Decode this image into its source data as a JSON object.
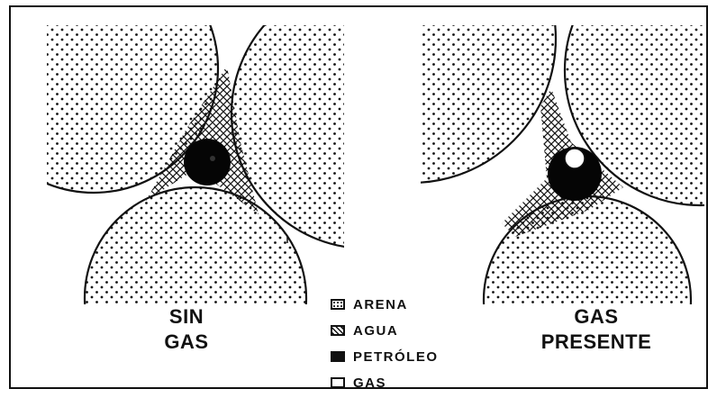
{
  "diagram": {
    "left_panel": {
      "line1": "SIN",
      "line2": "GAS"
    },
    "right_panel": {
      "line1": "GAS",
      "line2": "PRESENTE"
    },
    "legend": [
      {
        "key": "arena",
        "label": "ARENA"
      },
      {
        "key": "agua",
        "label": "AGUA"
      },
      {
        "key": "petroleo",
        "label": "PETRÓLEO"
      },
      {
        "key": "gas",
        "label": "GAS"
      }
    ]
  }
}
